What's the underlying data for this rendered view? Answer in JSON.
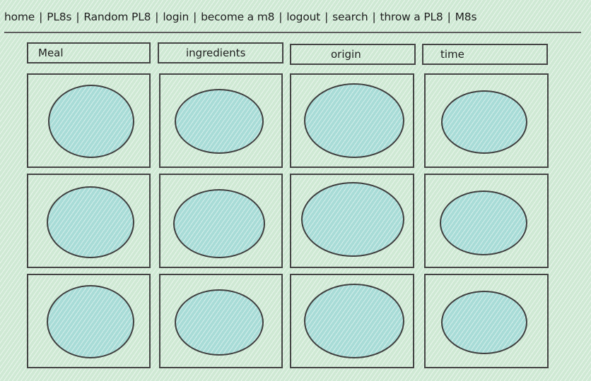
{
  "nav": {
    "items": [
      {
        "label": "home"
      },
      {
        "label": "PL8s"
      },
      {
        "label": "Random PL8"
      },
      {
        "label": "login"
      },
      {
        "label": "become a m8"
      },
      {
        "label": "logout"
      },
      {
        "label": "search"
      },
      {
        "label": "throw a PL8"
      },
      {
        "label": "M8s"
      }
    ],
    "separator": "|"
  },
  "table": {
    "headers": [
      {
        "label": "Meal"
      },
      {
        "label": "ingredients"
      },
      {
        "label": "origin"
      },
      {
        "label": "time"
      }
    ]
  }
}
